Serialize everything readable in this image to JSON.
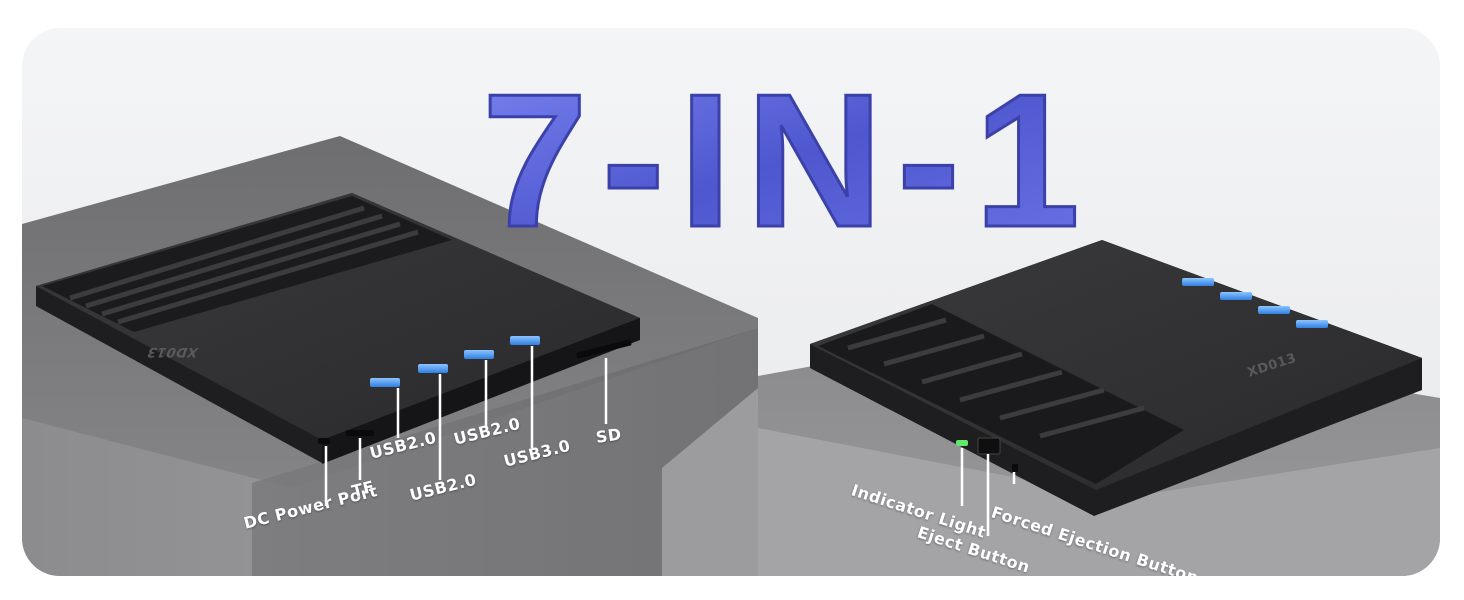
{
  "headline": "7-IN-1",
  "brand_mark": "XD013",
  "left_device_labels": {
    "dc_power": "DC Power Port",
    "tf": "TF",
    "usb_1": "USB2.0",
    "usb_2": "USB2.0",
    "usb_3": "USB2.0",
    "usb_4": "USB3.0",
    "sd": "SD"
  },
  "right_device_labels": {
    "indicator": "Indicator Light",
    "eject": "Eject Button",
    "forced_eject": "Forced Ejection Button"
  },
  "colors": {
    "headline": "#5b63d6",
    "usb_port": "#3d8fe8",
    "indicator": "#5fe86a",
    "device": "#2b2b2d",
    "pedestal": "#8e8e90"
  }
}
